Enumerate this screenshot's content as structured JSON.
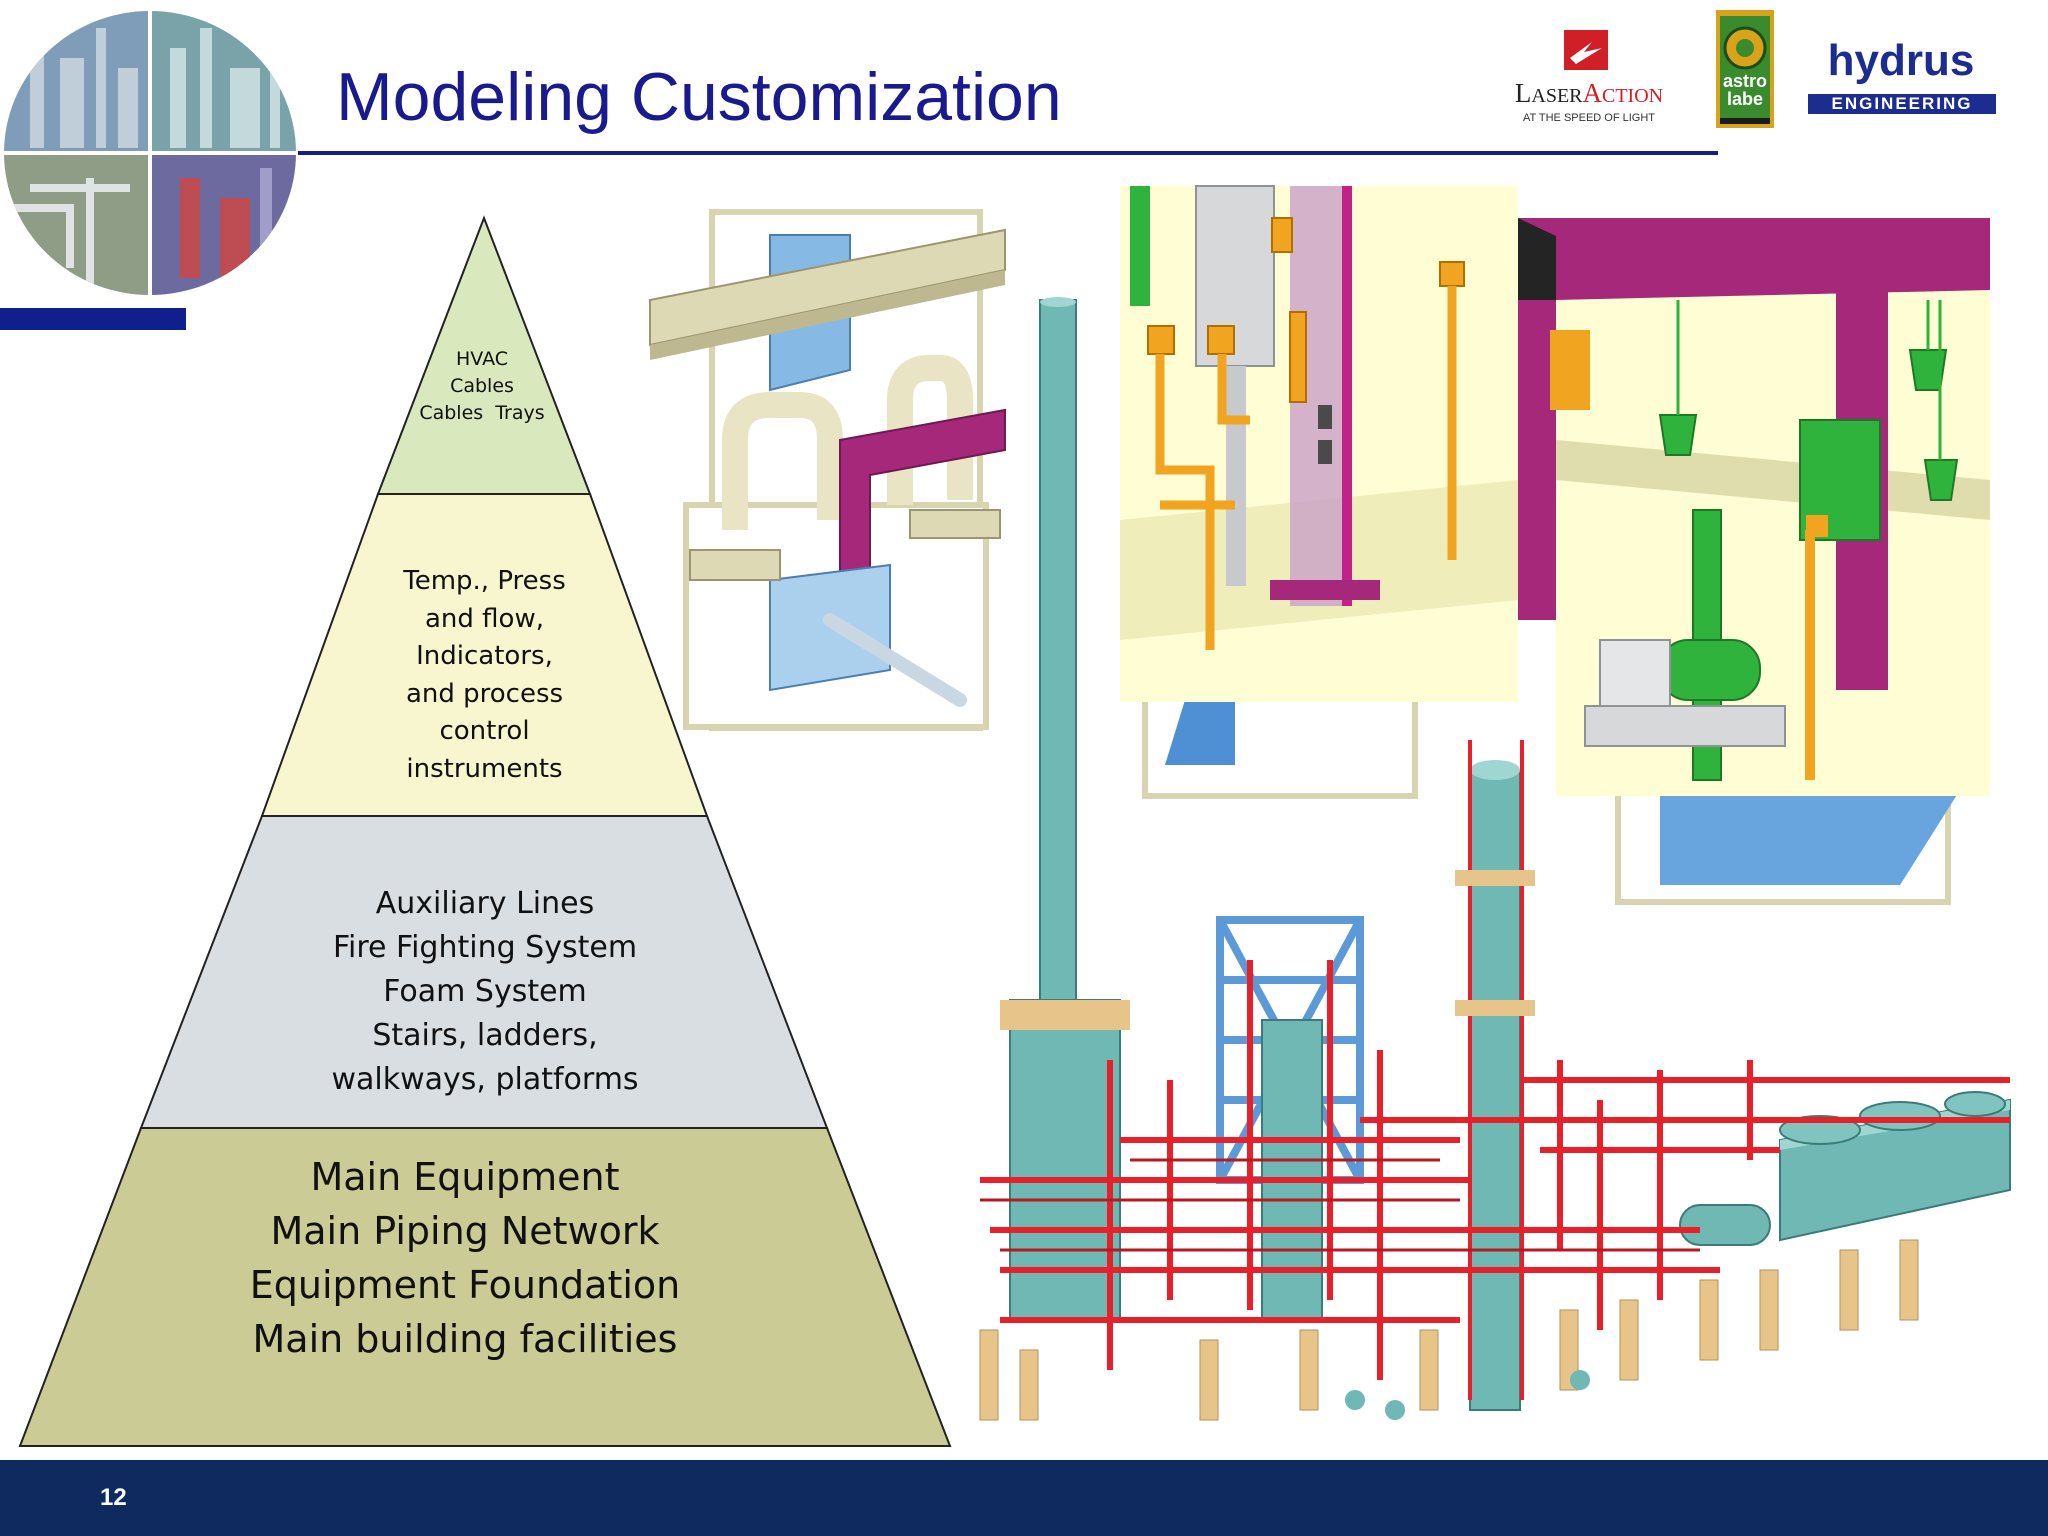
{
  "header": {
    "title": "Modeling Customization"
  },
  "logos": {
    "laseraction": {
      "word_first": "L",
      "word_small": "ASER",
      "word_accent": "A",
      "word_rest": "CTION",
      "tagline": "AT THE SPEED OF LIGHT"
    },
    "astrolabe": {
      "text": "astro\nlabe"
    },
    "hydrus": {
      "name": "hydrus",
      "subtitle": "ENGINEERING"
    }
  },
  "pyramid": {
    "tiers": [
      {
        "text": "HVAC\nCables\nCables  Trays",
        "color": "#d9e8bd"
      },
      {
        "text": "Temp., Press\nand flow,\nIndicators,\nand process\ncontrol\ninstruments",
        "color": "#f8f6cf"
      },
      {
        "text": "Auxiliary Lines\nFire Fighting System\nFoam System\nStairs, ladders,\nwalkways, platforms",
        "color": "#d8dee2"
      },
      {
        "text": "Main Equipment\nMain Piping Network\nEquipment Foundation\nMain building facilities",
        "color": "#cbcb96"
      }
    ]
  },
  "colors": {
    "title": "#1a1a8f",
    "footer": "#0e2a5e",
    "pipe_red": "#e8202a",
    "column_teal": "#6fb8b4",
    "steel_magenta": "#a5287a",
    "cable_tray": "#d8d4b0"
  },
  "footer": {
    "page_number": "12"
  }
}
